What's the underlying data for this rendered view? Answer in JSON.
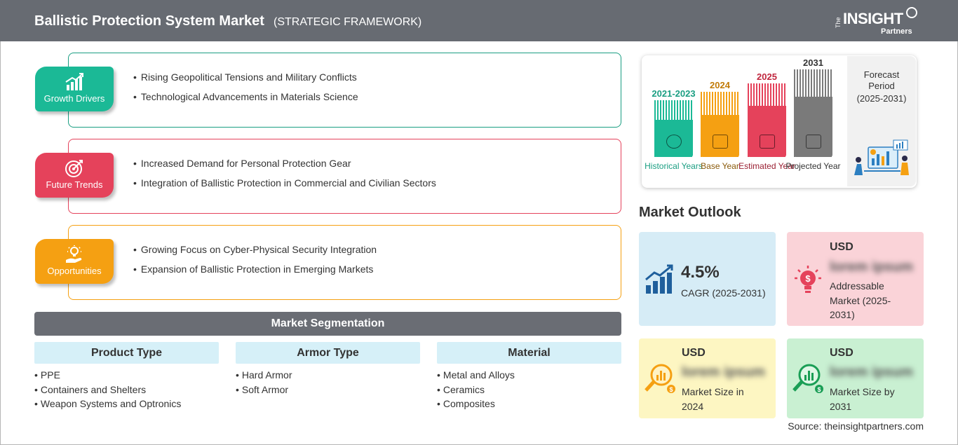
{
  "header": {
    "title": "Ballistic Protection System Market",
    "subtitle": "(STRATEGIC FRAMEWORK)",
    "logo": {
      "the": "The",
      "insight": "INSIGHT",
      "partners": "Partners"
    }
  },
  "framework": [
    {
      "label": "Growth Drivers",
      "color": "#1a9e82",
      "items": [
        "Rising Geopolitical Tensions and Military Conflicts",
        "Technological Advancements in Materials Science"
      ]
    },
    {
      "label": "Future Trends",
      "color": "#e5425b",
      "items": [
        "Increased Demand for Personal Protection Gear",
        "Integration of Ballistic Protection in Commercial and Civilian Sectors"
      ]
    },
    {
      "label": "Opportunities",
      "color": "#f5a012",
      "items": [
        "Growing Focus on Cyber-Physical Security Integration",
        "Expansion of Ballistic Protection in Emerging Markets"
      ]
    }
  ],
  "segmentation": {
    "title": "Market Segmentation",
    "columns": [
      {
        "head": "Product Type",
        "items": [
          "PPE",
          "Containers and Shelters",
          "Weapon Systems and Optronics"
        ]
      },
      {
        "head": "Armor Type",
        "items": [
          "Hard Armor",
          "Soft Armor"
        ]
      },
      {
        "head": "Material",
        "items": [
          "Metal and Alloys",
          "Ceramics",
          "Composites"
        ]
      }
    ]
  },
  "timeline": {
    "bars": [
      {
        "year": "2021-2023",
        "label": "Historical Years",
        "color": "#1bb996",
        "year_color": "#1a9e82",
        "label_color": "#1a9e82"
      },
      {
        "year": "2024",
        "label": "Base Year",
        "color": "#f5a012",
        "year_color": "#c27b08",
        "label_color": "#8a5a0a"
      },
      {
        "year": "2025",
        "label": "Estimated Year",
        "color": "#e5425b",
        "year_color": "#c0263e",
        "label_color": "#9a1f32"
      },
      {
        "year": "2031",
        "label": "Projected Year",
        "color": "#7a7a7a",
        "year_color": "#333333",
        "label_color": "#333333"
      }
    ],
    "forecast": {
      "title": "Forecast Period",
      "range": "(2025-2031)"
    }
  },
  "outlook": {
    "title": "Market Outlook",
    "cagr": {
      "value": "4.5%",
      "label": "CAGR (2025-2031)"
    },
    "addressable": {
      "currency": "USD",
      "value": "lorem ipsum",
      "label": "Addressable Market (2025-2031)"
    },
    "size_2024": {
      "currency": "USD",
      "value": "lorem ipsum",
      "label": "Market Size in 2024"
    },
    "size_2031": {
      "currency": "USD",
      "value": "lorem ipsum",
      "label": "Market Size by 2031"
    }
  },
  "source": "Source: theinsightpartners.com"
}
